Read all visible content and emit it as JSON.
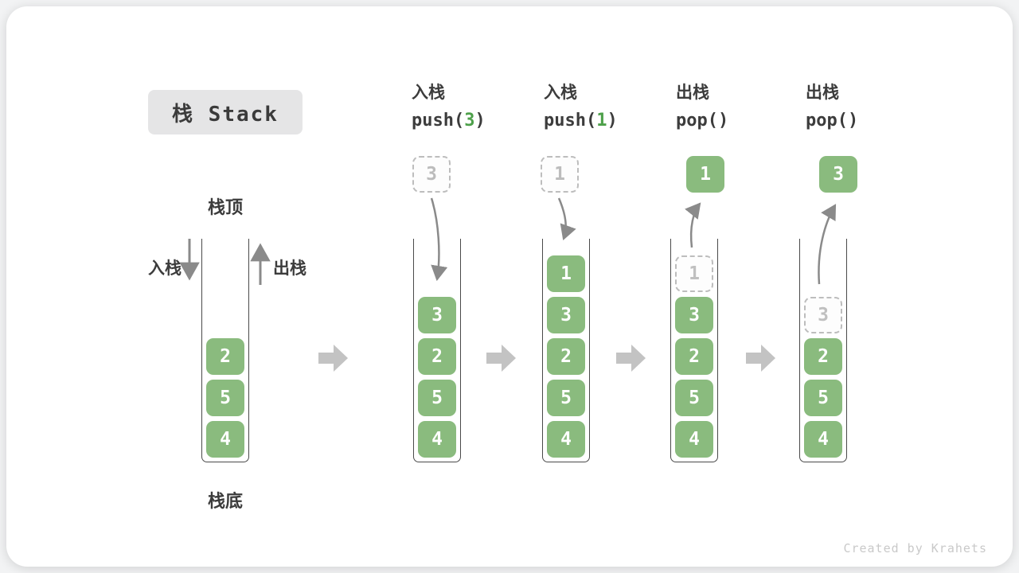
{
  "title": {
    "label": "栈 Stack"
  },
  "legend": {
    "top_label": "栈顶",
    "bottom_label": "栈底",
    "push_label": "入栈",
    "pop_label": "出栈"
  },
  "operations": [
    {
      "cn": "入栈",
      "code_pre": "push(",
      "arg": "3",
      "code_post": ")"
    },
    {
      "cn": "入栈",
      "code_pre": "push(",
      "arg": "1",
      "code_post": ")"
    },
    {
      "cn": "出栈",
      "code_pre": "pop(",
      "arg": "",
      "code_post": ")"
    },
    {
      "cn": "出栈",
      "code_pre": "pop(",
      "arg": "",
      "code_post": ")"
    }
  ],
  "floating": [
    {
      "value": "3",
      "style": "dashed"
    },
    {
      "value": "1",
      "style": "dashed"
    },
    {
      "value": "1",
      "style": "solid"
    },
    {
      "value": "3",
      "style": "solid"
    }
  ],
  "stacks": [
    {
      "cells": [
        {
          "value": "2",
          "style": "solid"
        },
        {
          "value": "5",
          "style": "solid"
        },
        {
          "value": "4",
          "style": "solid"
        }
      ]
    },
    {
      "cells": [
        {
          "value": "3",
          "style": "solid"
        },
        {
          "value": "2",
          "style": "solid"
        },
        {
          "value": "5",
          "style": "solid"
        },
        {
          "value": "4",
          "style": "solid"
        }
      ]
    },
    {
      "cells": [
        {
          "value": "1",
          "style": "solid"
        },
        {
          "value": "3",
          "style": "solid"
        },
        {
          "value": "2",
          "style": "solid"
        },
        {
          "value": "5",
          "style": "solid"
        },
        {
          "value": "4",
          "style": "solid"
        }
      ]
    },
    {
      "cells": [
        {
          "value": "1",
          "style": "dashed"
        },
        {
          "value": "3",
          "style": "solid"
        },
        {
          "value": "2",
          "style": "solid"
        },
        {
          "value": "5",
          "style": "solid"
        },
        {
          "value": "4",
          "style": "solid"
        }
      ]
    },
    {
      "cells": [
        {
          "value": "3",
          "style": "dashed"
        },
        {
          "value": "2",
          "style": "solid"
        },
        {
          "value": "5",
          "style": "solid"
        },
        {
          "value": "4",
          "style": "solid"
        }
      ]
    }
  ],
  "watermark": "Created by Krahets",
  "colors": {
    "cell_green": "#8abb7e",
    "code_arg_green": "#4da04a",
    "arrow_gray": "#8a8a8a",
    "step_arrow_gray": "#c3c3c3",
    "dashed_border": "#bdbdbd",
    "title_badge_bg": "#e5e5e6",
    "text_dark": "#3c3c3c",
    "watermark_gray": "#c9c9c9"
  }
}
